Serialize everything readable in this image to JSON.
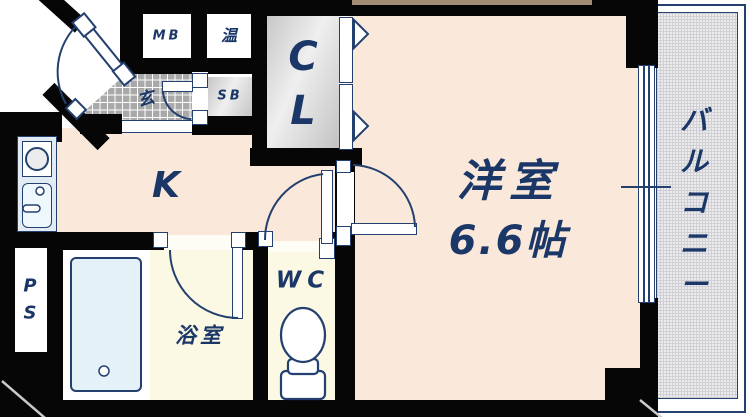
{
  "title": "1K apartment floor plan",
  "colors": {
    "wall": "#060606",
    "line_navy": "#23406f",
    "text_navy": "#1b3767",
    "floor_main": "#fae8da",
    "floor_wet": "#fbf8e3",
    "tile_gray": "#a9a9a9",
    "tub_blue": "#e4f1f8",
    "balcony_gray": "#ececef"
  },
  "rooms": {
    "western_room": {
      "name": "洋室",
      "size": "6.6帖"
    },
    "kitchen": {
      "abbr": "K"
    },
    "bathroom": {
      "name": "浴室"
    },
    "toilet": {
      "abbr": "WC"
    },
    "entrance": {
      "abbr": "玄"
    },
    "closet": {
      "abbr": "CL",
      "chars": [
        "C",
        "L"
      ]
    },
    "balcony": {
      "name": "バルコニー",
      "chars": [
        "バ",
        "ル",
        "コ",
        "ニ",
        "ー"
      ]
    },
    "pipe_space": {
      "abbr": "PS",
      "chars": [
        "P",
        "S"
      ]
    },
    "meter_box": {
      "abbr": "MB"
    },
    "water_heater": {
      "abbr": "温"
    },
    "shoe_box": {
      "abbr": "SB"
    }
  }
}
